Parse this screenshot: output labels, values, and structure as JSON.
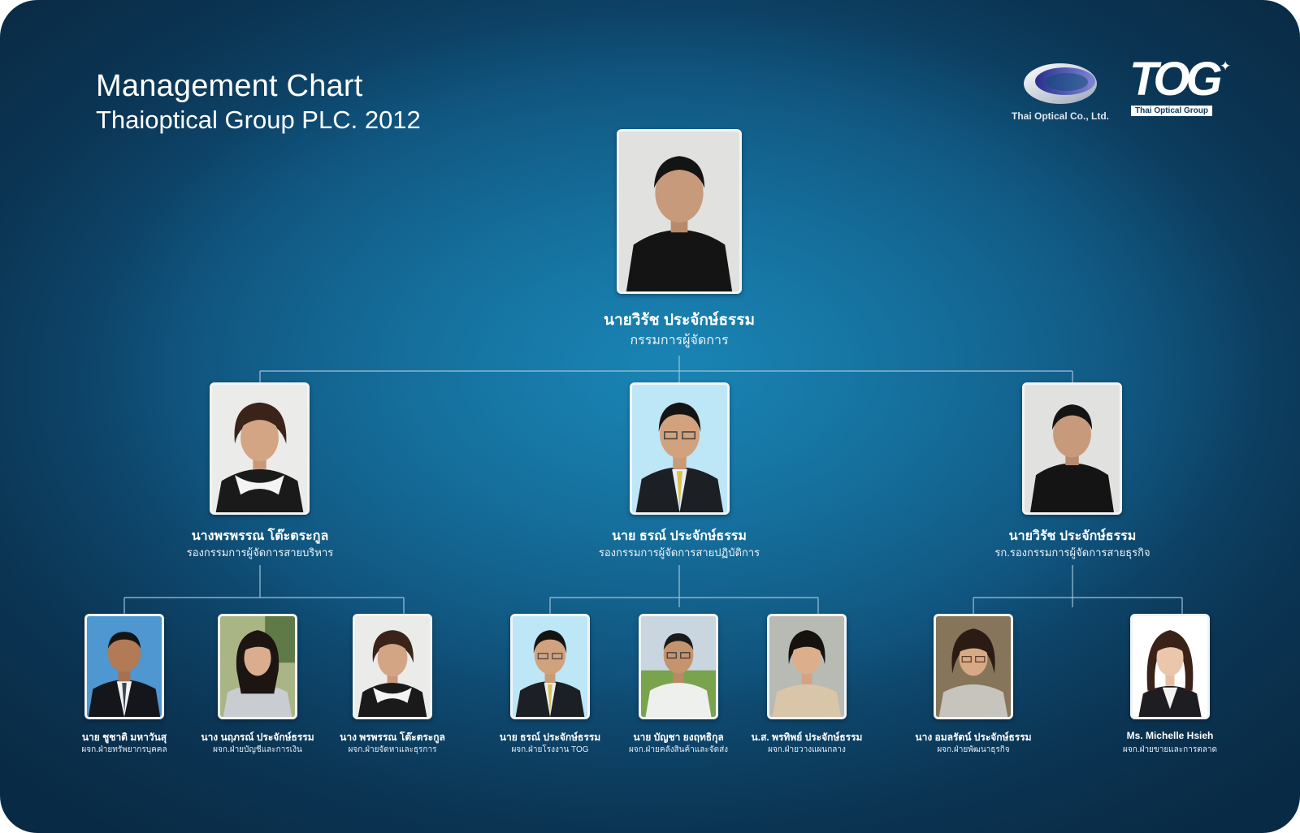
{
  "header": {
    "title": "Management Chart",
    "subtitle": "Thaioptical Group PLC. 2012"
  },
  "logos": {
    "thai_optical_caption": "Thai Optical Co., Ltd.",
    "tog_wordmark": "TOG",
    "tog_caption": "Thai Optical Group"
  },
  "colors": {
    "background_dark": "#092a44",
    "background_mid": "#166f9c",
    "connector_line": "#9fc3da",
    "photo_frame": "#f2f4f6"
  },
  "org": {
    "director": {
      "name": "นายวิรัช  ประจักษ์ธรรม",
      "role": "กรรมการผู้จัดการ",
      "photo": "man-dark-shirt"
    },
    "deputies": [
      {
        "name": "นางพรพรรณ  โต๊ะตระกูล",
        "role": "รองกรรมการผู้จัดการสายบริหาร",
        "photo": "woman-lace-collar"
      },
      {
        "name": "นาย ธรณ์  ประจักษ์ธรรม",
        "role": "รองกรรมการผู้จัดการสายปฏิบัติการ",
        "photo": "man-glasses-suit"
      },
      {
        "name": "นายวิรัช  ประจักษ์ธรรม",
        "role": "รก.รองกรรมการผู้จัดการสายธุรกิจ",
        "photo": "man-dark-shirt"
      }
    ],
    "managers": [
      {
        "name": "นาย ชูชาติ  มหาวันสุ",
        "role": "ผจก.ฝ่ายทรัพยากรบุคคล",
        "photo": "man-suit-tie"
      },
      {
        "name": "นาง นฤภรณ์  ประจักษ์ธรรม",
        "role": "ผจก.ฝ่ายบัญชีและการเงิน",
        "photo": "woman-long-hair"
      },
      {
        "name": "นาง พรพรรณ โต๊ะตระกูล",
        "role": "ผจก.ฝ่ายจัดหาและธุรการ",
        "photo": "woman-lace-collar"
      },
      {
        "name": "นาย ธรณ์  ประจักษ์ธรรม",
        "role": "ผจก.ฝ่ายโรงงาน TOG",
        "photo": "man-glasses-suit"
      },
      {
        "name": "นาย บัญชา ยงฤทธิกุล",
        "role": "ผจก.ฝ่ายคลังสินค้าและจัดส่ง",
        "photo": "man-glasses-outdoor"
      },
      {
        "name": "น.ส. พรทิพย์ ประจักษ์ธรรม",
        "role": "ผจก.ฝ่ายวางแผนกลาง",
        "photo": "woman-short-hair"
      },
      {
        "name": "นาง อมลรัตน์ ประจักษ์ธรรม",
        "role": "ผจก.ฝ่ายพัฒนาธุรกิจ",
        "photo": "woman-glasses"
      },
      {
        "name": "Ms. Michelle Hsieh",
        "role": "ผจก.ฝ่ายขายและการตลาด",
        "photo": "woman-portrait-white"
      }
    ]
  }
}
